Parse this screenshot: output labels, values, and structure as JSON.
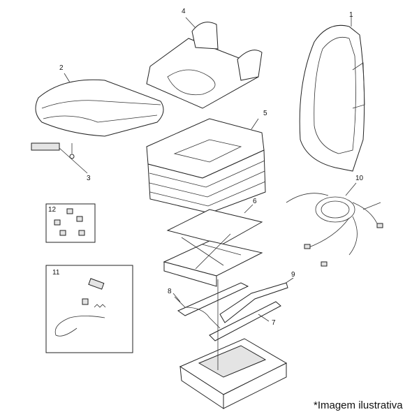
{
  "callouts": [
    "1",
    "2",
    "3",
    "4",
    "5",
    "6",
    "7",
    "8",
    "9",
    "10",
    "11",
    "12"
  ],
  "caption": "*Imagem ilustrativa"
}
